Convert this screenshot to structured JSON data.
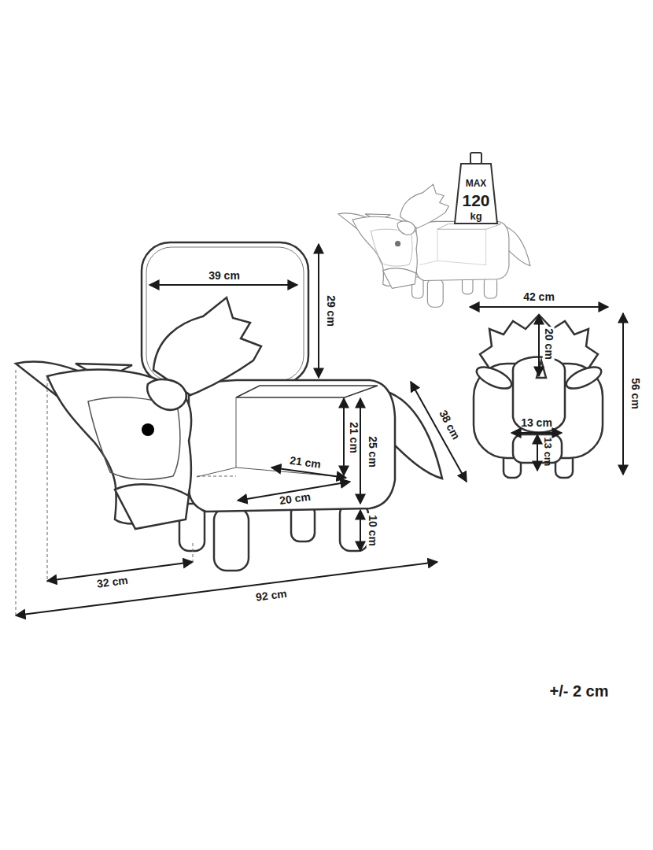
{
  "diagram": {
    "labels": [
      "39 cm",
      "29 cm",
      "21 cm",
      "25 cm",
      "21 cm",
      "20 cm",
      "10 cm",
      "38 cm",
      "32 cm",
      "92 cm",
      "MAX",
      "120",
      "kg",
      "42 cm",
      "20 cm",
      "56 cm",
      "13 cm",
      "13 cm",
      "+/- 2 cm"
    ]
  }
}
